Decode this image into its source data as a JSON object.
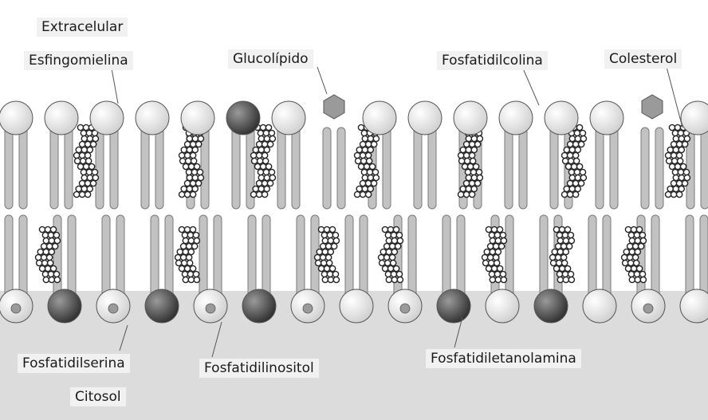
{
  "labels": {
    "extracelular": "Extracelular",
    "esfingomielina": "Esfingomielina",
    "glucolipido": "Glucolípido",
    "fosfatidilcolina": "Fosfatidilcolina",
    "colesterol": "Colesterol",
    "fosfatidilserina": "Fosfatidilserina",
    "fosfatidilinositol": "Fosfatidilinositol",
    "fosfatidiletanolamina": "Fosfatidiletanolamina",
    "citosol": "Citosol"
  },
  "colors": {
    "background": "#ffffff",
    "cytosol_band": "#dcdcdc",
    "tail_fill": "#c2c2c2",
    "tail_stroke": "#7a7a7a",
    "head_light": "#eeeeee",
    "head_dark": "#555555",
    "cholesterol": "#222222",
    "glycolipid_head": "#9a9a9a"
  },
  "membrane": {
    "outer_heads": [
      "light",
      "light",
      "light",
      "light",
      "light",
      "dark",
      "light",
      "hex",
      "light",
      "light",
      "light",
      "light",
      "light",
      "light",
      "hex",
      "light"
    ],
    "inner_heads": [
      "light-dot",
      "dark",
      "light-dot",
      "dark",
      "light-dot",
      "dark",
      "light-dot",
      "light",
      "light-dot",
      "dark",
      "light",
      "dark",
      "light",
      "light-dot",
      "light"
    ]
  }
}
